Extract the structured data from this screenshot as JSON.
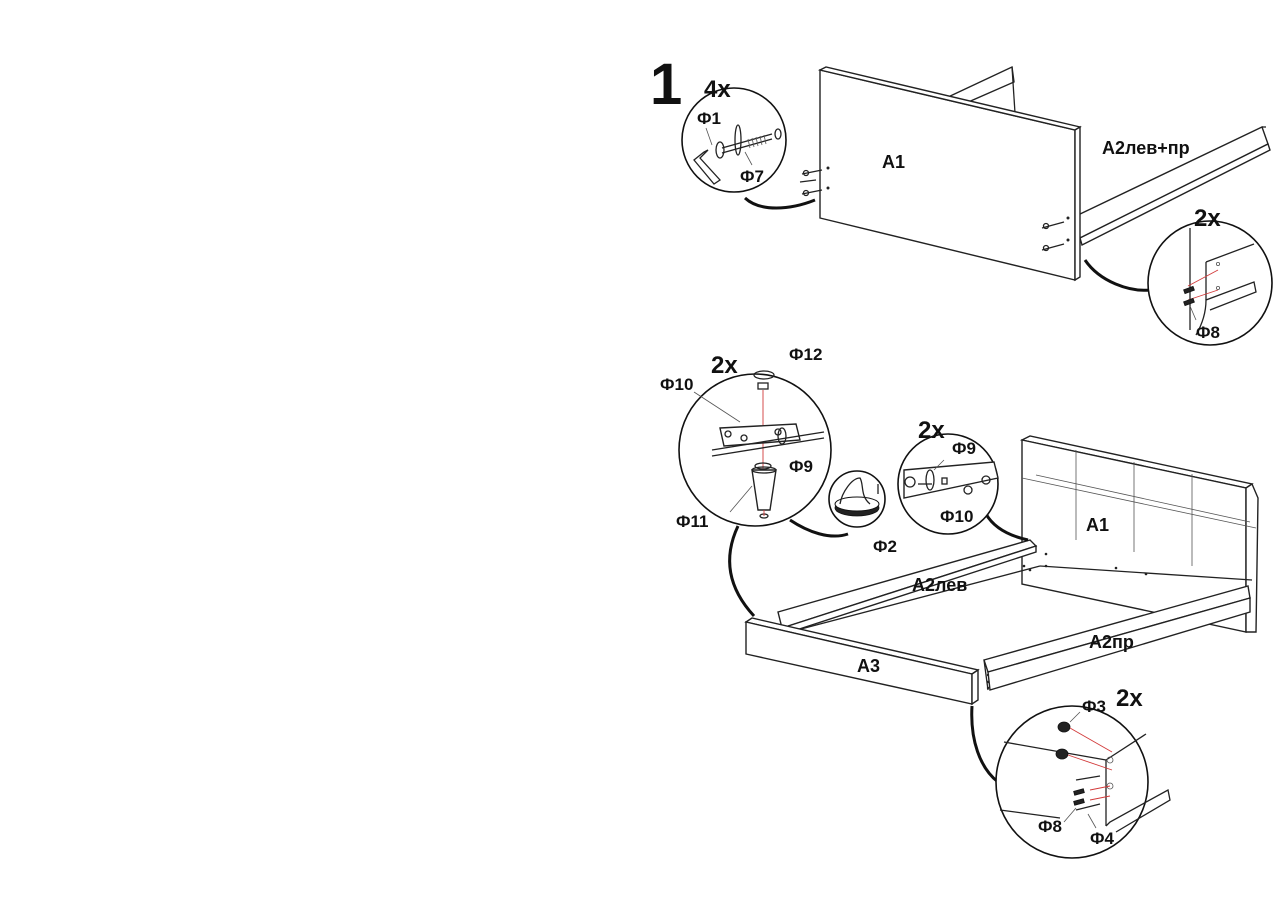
{
  "step": {
    "number": "1"
  },
  "top": {
    "qty_fittings": "4x",
    "part_headboard": "A1",
    "part_side_rails": "A2лев+пр",
    "label_f1": "Ф1",
    "label_f7": "Ф7",
    "qty_dowels": "2x",
    "label_f8": "Ф8"
  },
  "bottom": {
    "qty_leg": "2x",
    "label_f12": "Ф12",
    "label_f10_leg": "Ф10",
    "label_f9_leg": "Ф9",
    "label_f11": "Ф11",
    "label_f2": "Ф2",
    "qty_bracket": "2x",
    "label_f9_bracket": "Ф9",
    "label_f10_bracket": "Ф10",
    "part_headboard": "A1",
    "part_left_rail": "A2лев",
    "part_right_rail": "A2пр",
    "part_footboard": "A3",
    "qty_joint": "2x",
    "label_f3": "Ф3",
    "label_f8": "Ф8",
    "label_f4": "Ф4"
  },
  "colors": {
    "line": "#222222",
    "guide": "#d23a3a",
    "background": "#ffffff"
  }
}
